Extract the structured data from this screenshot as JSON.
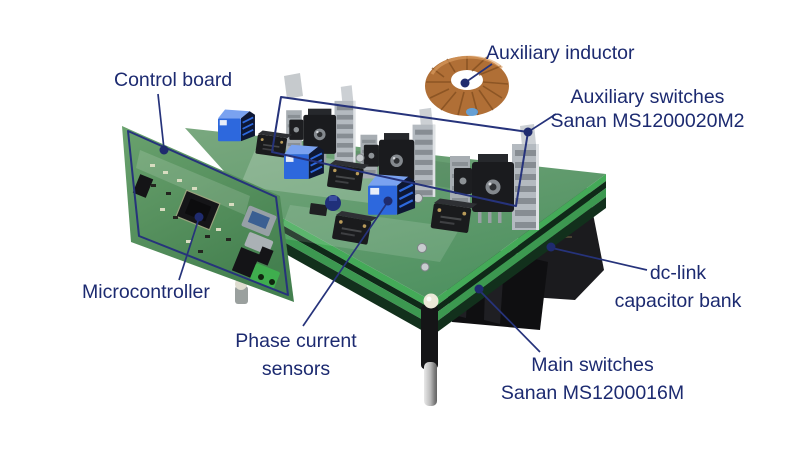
{
  "figure": {
    "kind": "annotated hardware photo of a power converter prototype",
    "colors": {
      "annotation_navy": "#1c2a70",
      "board_green": "#4f9c63",
      "sensor_blue": "#2f6fe0",
      "inductor_copper": "#b06f36"
    }
  },
  "annotations": {
    "control_board": {
      "line1": "Control board"
    },
    "auxiliary_inductor": {
      "line1": "Auxiliary inductor"
    },
    "auxiliary_switches": {
      "line1": "Auxiliary switches",
      "line2": "Sanan MS1200020M2"
    },
    "microcontroller": {
      "line1": "Microcontroller"
    },
    "phase_current_sensors": {
      "line1": "Phase current",
      "line2": "sensors"
    },
    "dc_link_capacitor": {
      "line1": "dc-link",
      "line2": "capacitor bank"
    },
    "main_switches": {
      "line1": "Main switches",
      "line2": "Sanan MS1200016M"
    }
  }
}
